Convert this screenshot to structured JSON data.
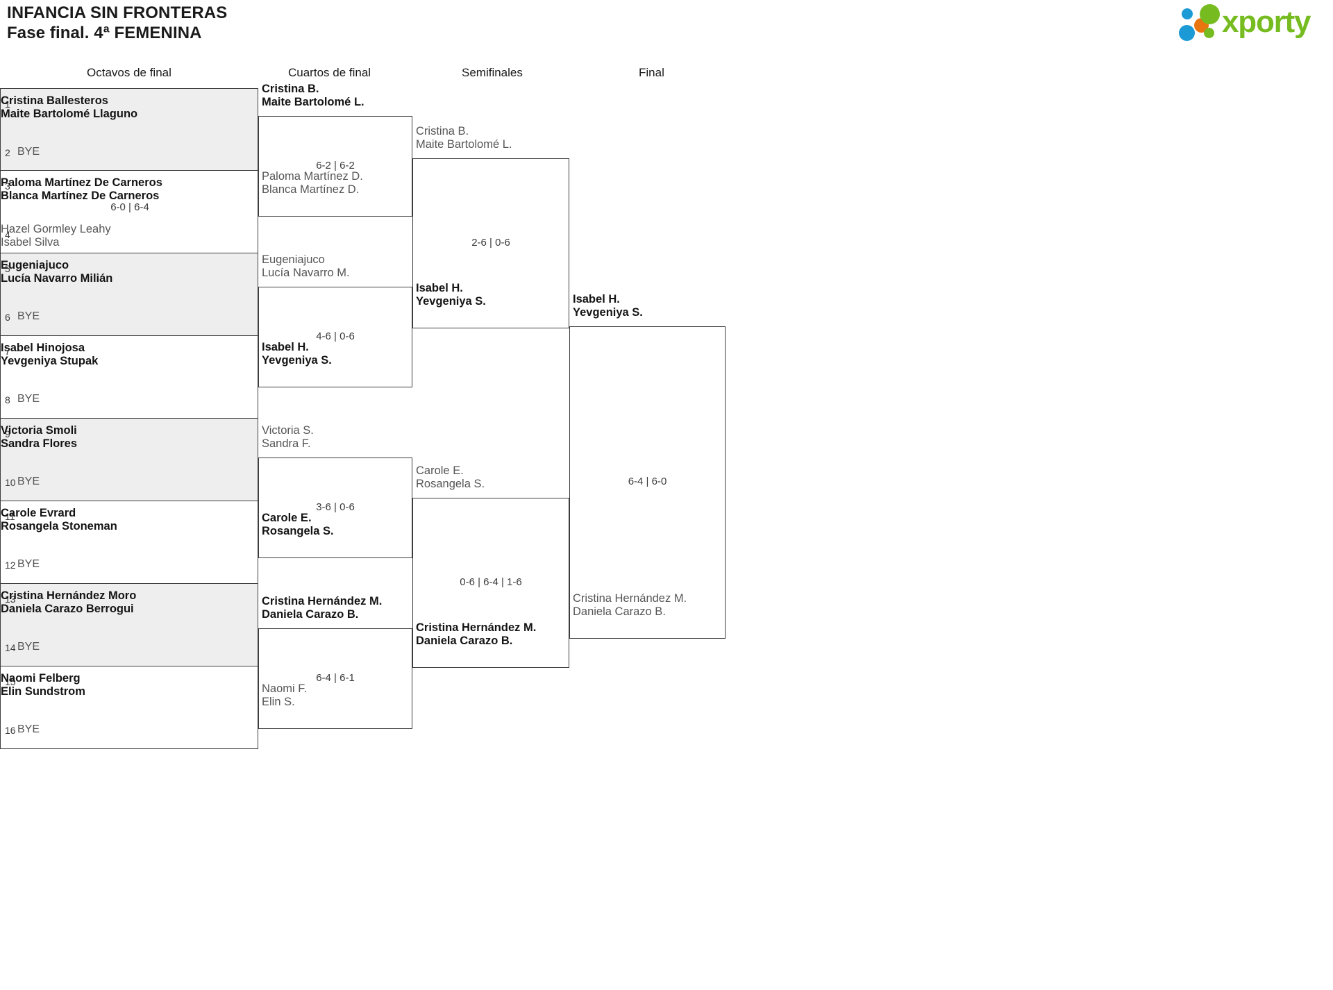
{
  "header": {
    "tournament_name": "INFANCIA SIN FRONTERAS",
    "phase": "Fase final. 4ª FEMENINA",
    "logo_text": "xporty",
    "logo_colors": {
      "green": "#76bc21",
      "blue": "#1b9ad6",
      "orange": "#e8750d"
    }
  },
  "rounds": [
    {
      "label": "Octavos de final"
    },
    {
      "label": "Cuartos de final"
    },
    {
      "label": "Semifinales"
    },
    {
      "label": "Final"
    }
  ],
  "bye_label": "BYE",
  "round1": {
    "matches": [
      {
        "score": "",
        "top": {
          "seed": "1",
          "line1": "Cristina Ballesteros",
          "line2": "Maite Bartolomé Llaguno",
          "winner": true,
          "bye": false
        },
        "bottom": {
          "seed": "2",
          "line1": "BYE",
          "line2": "",
          "winner": false,
          "bye": true
        }
      },
      {
        "score": "6-0 | 6-4",
        "top": {
          "seed": "3",
          "line1": "Paloma Martínez De Carneros",
          "line2": "Blanca Martínez De Carneros",
          "winner": true,
          "bye": false
        },
        "bottom": {
          "seed": "4",
          "line1": "Hazel Gormley Leahy",
          "line2": "Isabel Silva",
          "winner": false,
          "bye": false
        }
      },
      {
        "score": "",
        "top": {
          "seed": "5",
          "line1": "Eugeniajuco",
          "line2": "Lucía Navarro Milián",
          "winner": true,
          "bye": false
        },
        "bottom": {
          "seed": "6",
          "line1": "BYE",
          "line2": "",
          "winner": false,
          "bye": true
        }
      },
      {
        "score": "",
        "top": {
          "seed": "7",
          "line1": "Isabel Hinojosa",
          "line2": "Yevgeniya Stupak",
          "winner": true,
          "bye": false
        },
        "bottom": {
          "seed": "8",
          "line1": "BYE",
          "line2": "",
          "winner": false,
          "bye": true
        }
      },
      {
        "score": "",
        "top": {
          "seed": "9",
          "line1": "Victoria Smoli",
          "line2": "Sandra Flores",
          "winner": true,
          "bye": false
        },
        "bottom": {
          "seed": "10",
          "line1": "BYE",
          "line2": "",
          "winner": false,
          "bye": true
        }
      },
      {
        "score": "",
        "top": {
          "seed": "11",
          "line1": "Carole Evrard",
          "line2": "Rosangela Stoneman",
          "winner": true,
          "bye": false
        },
        "bottom": {
          "seed": "12",
          "line1": "BYE",
          "line2": "",
          "winner": false,
          "bye": true
        }
      },
      {
        "score": "",
        "top": {
          "seed": "13",
          "line1": "Cristina Hernández Moro",
          "line2": "Daniela Carazo Berrogui",
          "winner": true,
          "bye": false
        },
        "bottom": {
          "seed": "14",
          "line1": "BYE",
          "line2": "",
          "winner": false,
          "bye": true
        }
      },
      {
        "score": "",
        "top": {
          "seed": "15",
          "line1": "Naomi Felberg",
          "line2": "Elin Sundstrom",
          "winner": true,
          "bye": false
        },
        "bottom": {
          "seed": "16",
          "line1": "BYE",
          "line2": "",
          "winner": false,
          "bye": true
        }
      }
    ]
  },
  "round2": {
    "matches": [
      {
        "score": "6-2 | 6-2",
        "top": {
          "line1": "Cristina B.",
          "line2": "Maite Bartolomé L.",
          "winner": true
        },
        "bottom": {
          "line1": "Paloma Martínez D.",
          "line2": "Blanca Martínez D.",
          "winner": false
        }
      },
      {
        "score": "4-6 | 0-6",
        "top": {
          "line1": "Eugeniajuco",
          "line2": "Lucía Navarro M.",
          "winner": false
        },
        "bottom": {
          "line1": "Isabel H.",
          "line2": "Yevgeniya S.",
          "winner": true
        }
      },
      {
        "score": "3-6 | 0-6",
        "top": {
          "line1": "Victoria S.",
          "line2": "Sandra F.",
          "winner": false
        },
        "bottom": {
          "line1": "Carole E.",
          "line2": "Rosangela S.",
          "winner": true
        }
      },
      {
        "score": "6-4 | 6-1",
        "top": {
          "line1": "Cristina Hernández M.",
          "line2": "Daniela Carazo B.",
          "winner": true
        },
        "bottom": {
          "line1": "Naomi F.",
          "line2": "Elin S.",
          "winner": false
        }
      }
    ]
  },
  "round3": {
    "matches": [
      {
        "score": "2-6 | 0-6",
        "top": {
          "line1": "Cristina B.",
          "line2": "Maite Bartolomé L.",
          "winner": false
        },
        "bottom": {
          "line1": "Isabel H.",
          "line2": "Yevgeniya S.",
          "winner": true
        }
      },
      {
        "score": "0-6 | 6-4 | 1-6",
        "top": {
          "line1": "Carole E.",
          "line2": "Rosangela S.",
          "winner": false
        },
        "bottom": {
          "line1": "Cristina Hernández M.",
          "line2": "Daniela Carazo B.",
          "winner": true
        }
      }
    ]
  },
  "round4": {
    "matches": [
      {
        "score": "6-4 | 6-0",
        "top": {
          "line1": "Isabel H.",
          "line2": "Yevgeniya S.",
          "winner": true
        },
        "bottom": {
          "line1": "Cristina Hernández M.",
          "line2": "Daniela Carazo B.",
          "winner": false
        }
      }
    ]
  }
}
